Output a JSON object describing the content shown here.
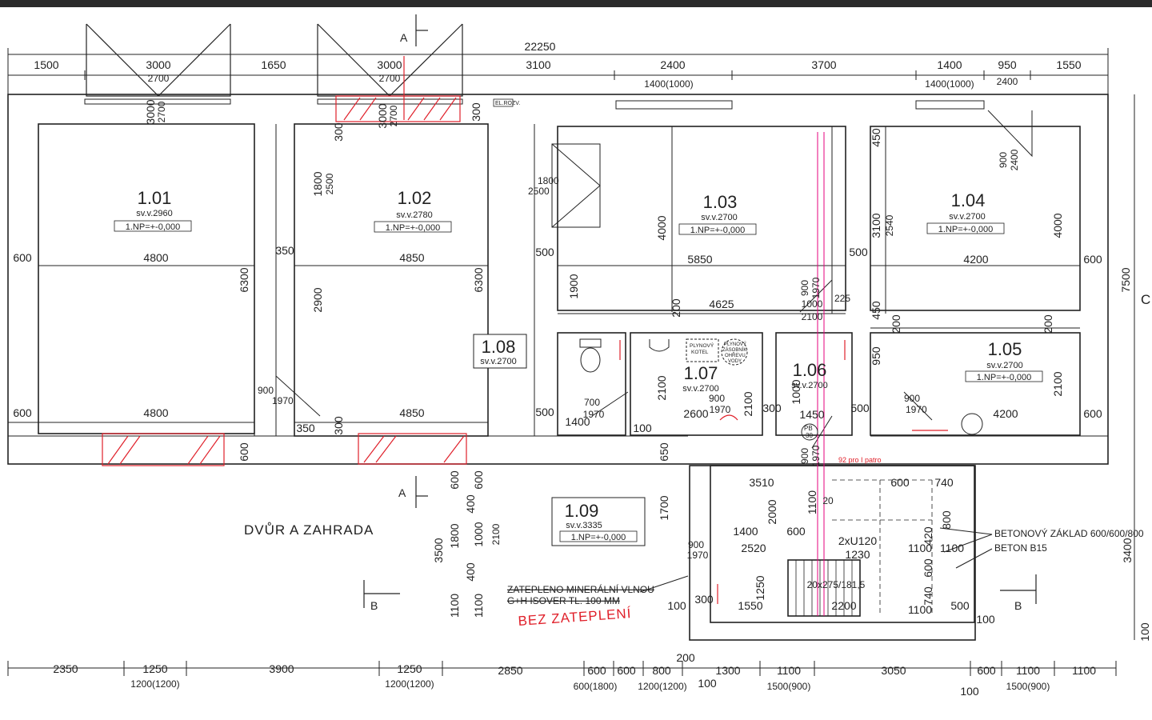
{
  "overall": {
    "width_total": "22250",
    "height_total": "7500"
  },
  "top_dims": [
    "1500",
    "3000",
    "1650",
    "3000",
    "3100",
    "2400",
    "3700",
    "1400",
    "950",
    "1550"
  ],
  "top_subdims": [
    "2700",
    "2700",
    "1400(1000)",
    "1400(1000)",
    "2400"
  ],
  "bottom_dims": [
    "2350",
    "1250",
    "3900",
    "1250",
    "2850",
    "600",
    "600",
    "800",
    "1300",
    "1100",
    "3050",
    "600",
    "1100",
    "1100"
  ],
  "bottom_subdims": [
    "1200(1200)",
    "1200(1200)",
    "600(1800)",
    "1200(1200)",
    "1500(900)",
    "1500(900)"
  ],
  "bottom_extra": [
    "200",
    "100",
    "100",
    "100"
  ],
  "rooms": [
    {
      "id": "1.01",
      "sv": "sv.v.2960",
      "level": "1.NP=+-0,000"
    },
    {
      "id": "1.02",
      "sv": "sv.v.2780",
      "level": "1.NP=+-0,000"
    },
    {
      "id": "1.03",
      "sv": "sv.v.2700",
      "level": "1.NP=+-0,000"
    },
    {
      "id": "1.04",
      "sv": "sv.v.2700",
      "level": "1.NP=+-0,000"
    },
    {
      "id": "1.05",
      "sv": "sv.v.2700",
      "level": "1.NP=+-0,000"
    },
    {
      "id": "1.06",
      "sv": "sv.v.2700"
    },
    {
      "id": "1.07",
      "sv": "sv.v.2700"
    },
    {
      "id": "1.08",
      "sv": "sv.v.2700"
    },
    {
      "id": "1.09",
      "sv": "sv.v.3335",
      "level": "1.NP=+-0,000"
    }
  ],
  "interior_dims": [
    "4800",
    "4850",
    "5850",
    "4200",
    "4800",
    "4850",
    "4625",
    "4200",
    "600",
    "600",
    "600",
    "600",
    "350",
    "350",
    "500",
    "500",
    "500",
    "500",
    "1800",
    "2500",
    "2900",
    "6300",
    "6300",
    "4000",
    "4000",
    "1900",
    "3100",
    "2540",
    "450",
    "450",
    "1800",
    "2500",
    "900",
    "1970",
    "900",
    "1970",
    "1000",
    "2100",
    "700",
    "1970",
    "1400",
    "100",
    "2100",
    "2600",
    "900",
    "1970",
    "1000",
    "2100",
    "1450",
    "225",
    "950",
    "2100",
    "900",
    "1970",
    "3510",
    "600",
    "740",
    "2000",
    "1100",
    "1400",
    "600",
    "2520",
    "1230",
    "900",
    "1970",
    "1250",
    "1550",
    "2200",
    "1100",
    "300",
    "500",
    "100",
    "100",
    "3400",
    "3500",
    "1800",
    "1000",
    "2100",
    "1100",
    "1100",
    "1700",
    "650",
    "600",
    "400",
    "400",
    "600",
    "600",
    "300",
    "300",
    "300",
    "900",
    "2400",
    "900",
    "1970",
    "2xU120",
    "20x275/181,5",
    "800",
    "420",
    "600",
    "740",
    "1100",
    "1100",
    "20",
    "3000",
    "2700",
    "3000",
    "2700",
    "200",
    "200",
    "200",
    "300"
  ],
  "labels": {
    "yard": "DVŮR A ZAHRADA",
    "el_rozv": "EL.ROZV.",
    "gas_boiler": [
      "PLYNOVÝ",
      "KOTEL"
    ],
    "gas_tank": [
      "PLYNOVÝ",
      "ZÁSOBNÍK",
      "OHŘEVU",
      "VODY"
    ],
    "pb": "PB",
    "pb_num": "30",
    "concrete_base": "BETONOVÝ ZÁKLAD 600/600/800",
    "concrete_b15": "BETON B15",
    "insulation_1": "ZATEPLENO MINERÁLNÍ VLNOU",
    "insulation_2": "G+H ISOVER TL. 100 MM",
    "handwritten_red": "BEZ ZATEPLENÍ",
    "handwritten_small": "92 pro I patro",
    "section_a": "A",
    "section_b": "B",
    "section_c": "C"
  },
  "colors": {
    "ink": "#222222",
    "markup": "#e0202a",
    "pink_line": "#e6007e",
    "background": "#ffffff"
  }
}
